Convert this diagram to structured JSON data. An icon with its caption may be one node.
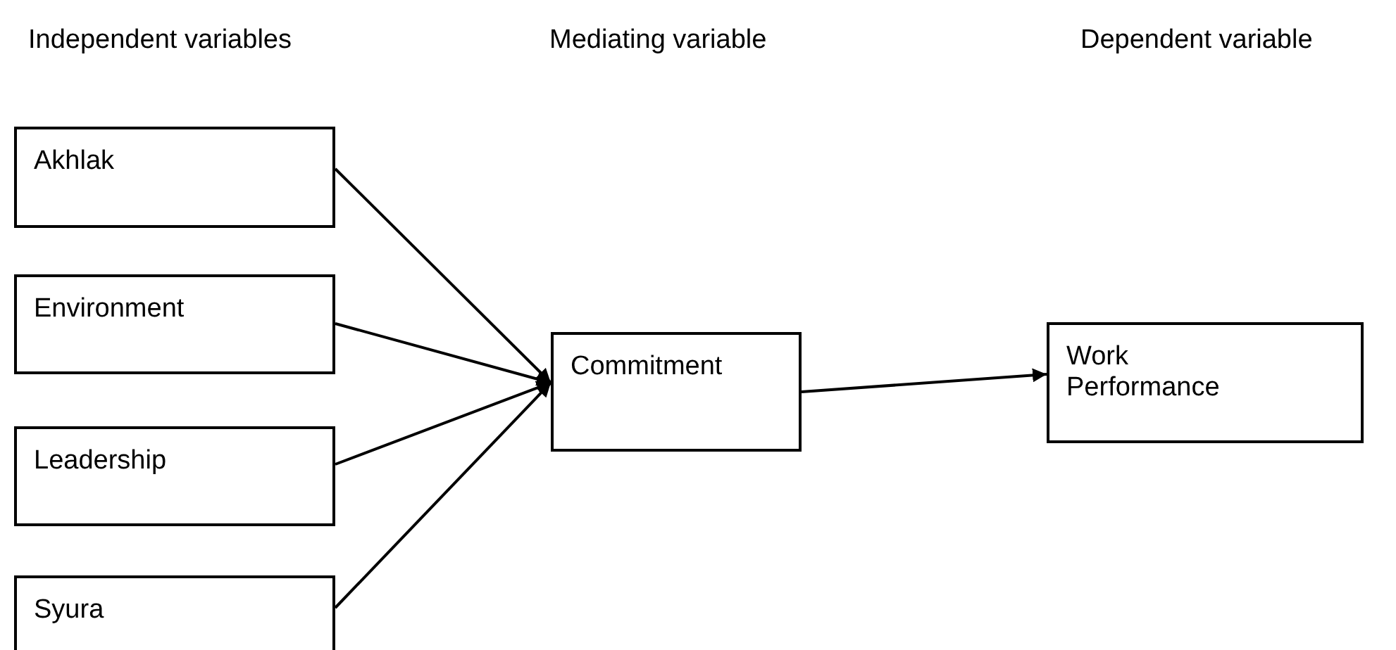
{
  "diagram": {
    "nodes": [
      {
        "text": [
          "Akhlak"
        ]
      },
      {
        "text": [
          "Environment"
        ]
      },
      {
        "text": [
          "Leadership"
        ]
      },
      {
        "text": [
          "Syura"
        ]
      },
      {
        "text": [
          "Commitment"
        ]
      },
      {
        "text": [
          "Work Performance"
        ]
      }
    ],
    "edges": [
      {
        "from": 0,
        "to": 4,
        "arrow": "to"
      },
      {
        "from": 1,
        "to": 4,
        "arrow": "to"
      },
      {
        "from": 2,
        "to": 4,
        "arrow": "to"
      },
      {
        "from": 3,
        "to": 4,
        "arrow": "to"
      },
      {
        "from": 4,
        "to": 5,
        "arrow": "to"
      }
    ],
    "labels": [
      "Independent variables",
      "Mediating variable",
      "Dependent variable"
    ]
  }
}
